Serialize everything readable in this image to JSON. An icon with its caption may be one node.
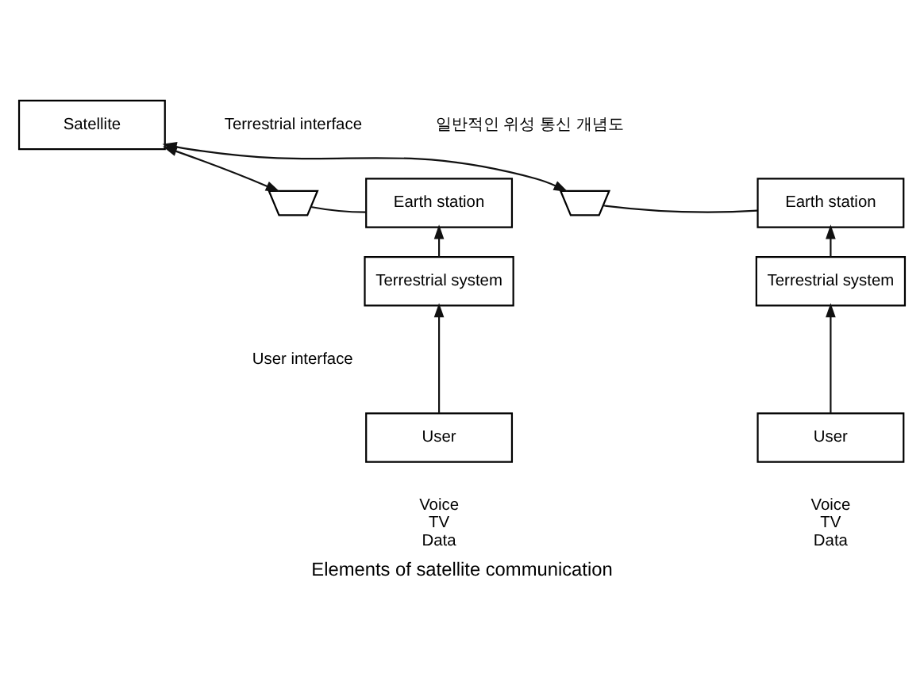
{
  "diagram": {
    "caption": "Elements of satellite communication",
    "nodes": [
      {
        "text": [
          "Satellite"
        ]
      },
      {
        "text": [],
        "shape": "picture"
      },
      {
        "text": [],
        "shape": "picture"
      },
      {
        "text": [
          "Earth station"
        ]
      },
      {
        "text": [
          "Earth station"
        ]
      },
      {
        "text": [
          "Terrestrial system"
        ]
      },
      {
        "text": [
          "Terrestrial system"
        ]
      },
      {
        "text": [
          "User"
        ],
        "beside": [
          "Voice",
          "TV",
          "Data"
        ]
      },
      {
        "text": [
          "User"
        ],
        "beside": [
          "Voice",
          "TV",
          "Data"
        ]
      }
    ],
    "edges": [
      {
        "from": 0,
        "to": 1,
        "arrow": "both"
      },
      {
        "from": 0,
        "to": 2,
        "arrow": "both"
      },
      {
        "from": 1,
        "to": 3,
        "arrow": "none"
      },
      {
        "from": 2,
        "to": 4,
        "arrow": "none"
      },
      {
        "from": 5,
        "to": 3,
        "arrow": "to"
      },
      {
        "from": 6,
        "to": 4,
        "arrow": "to"
      },
      {
        "from": 7,
        "to": 5,
        "arrow": "to"
      },
      {
        "from": 8,
        "to": 6,
        "arrow": "to"
      }
    ],
    "labels": [
      "일반적인 위성 통신 개념도",
      "Terrestrial interface",
      "User interface"
    ]
  }
}
